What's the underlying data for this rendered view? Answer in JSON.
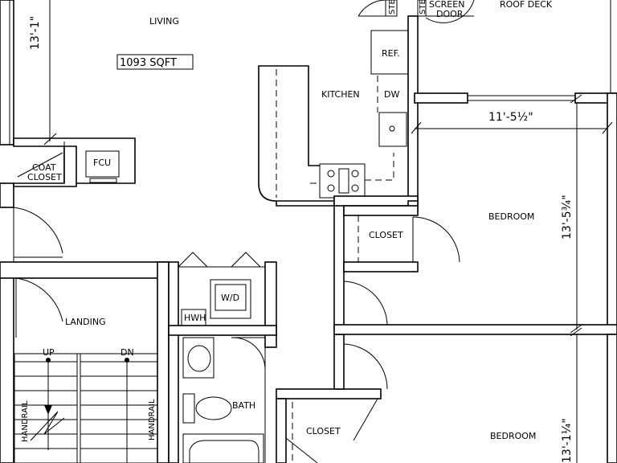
{
  "rooms": {
    "living": "LIVING",
    "kitchen": "KITCHEN",
    "roof_deck": "ROOF DECK",
    "bedroom_1": "BEDROOM",
    "bedroom_2": "BEDROOM",
    "closet_1": "CLOSET",
    "closet_2": "CLOSET",
    "landing": "LANDING",
    "bath": "BATH",
    "coat_closet_line1": "COAT",
    "coat_closet_line2": "CLOSET"
  },
  "area": "1093 SQFT",
  "fixtures": {
    "fcu": "FCU",
    "ref": "REF.",
    "dw": "DW",
    "wd": "W/D",
    "hwh": "HWH",
    "screen_door_line1": "SCREEN",
    "screen_door_line2": "DOOR",
    "step_1": "STEP",
    "step_2": "STEP"
  },
  "stairs": {
    "up": "UP",
    "dn": "DN",
    "handrail_left": "HANDRAIL",
    "handrail_right": "HANDRAIL"
  },
  "dimensions": {
    "living_width": "13'-1\"",
    "bedroom_width": "11'-5½\"",
    "bedroom_depth": "13'-5¾\"",
    "bedroom2_depth": "13'-1¼\""
  }
}
